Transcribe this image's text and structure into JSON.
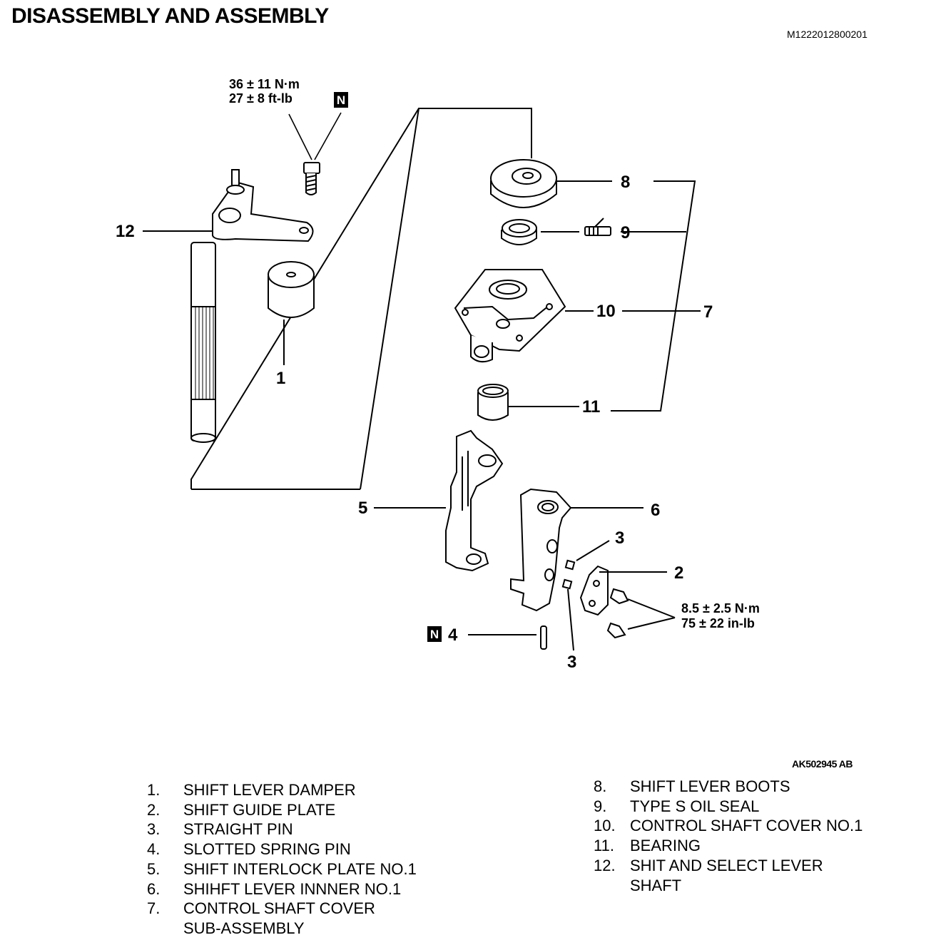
{
  "header": {
    "title": "DISASSEMBLY AND ASSEMBLY",
    "doc_id": "M1222012800201"
  },
  "diagram": {
    "figure_id": "AK502945 AB",
    "torque_top": {
      "line1": "36 ± 11 N·m",
      "line2": "27 ± 8 ft-lb"
    },
    "torque_bottom": {
      "line1": "8.5 ± 2.5 N·m",
      "line2": "75 ± 22 in-lb"
    },
    "new_part_mark": "N",
    "callouts": {
      "c1": "1",
      "c2": "2",
      "c3a": "3",
      "c3b": "3",
      "c4": "4",
      "c5": "5",
      "c6": "6",
      "c7": "7",
      "c8": "8",
      "c9": "9",
      "c10": "10",
      "c11": "11",
      "c12": "12"
    }
  },
  "legend": {
    "left": [
      {
        "num": "1.",
        "text": "SHIFT LEVER DAMPER"
      },
      {
        "num": "2.",
        "text": "SHIFT GUIDE PLATE"
      },
      {
        "num": "3.",
        "text": "STRAIGHT PIN"
      },
      {
        "num": "4.",
        "text": "SLOTTED SPRING PIN"
      },
      {
        "num": "5.",
        "text": "SHIFT INTERLOCK PLATE NO.1"
      },
      {
        "num": "6.",
        "text": "SHIHFT LEVER INNNER NO.1"
      },
      {
        "num": "7.",
        "text": "CONTROL SHAFT COVER\nSUB-ASSEMBLY"
      }
    ],
    "right": [
      {
        "num": "8.",
        "text": "SHIFT LEVER BOOTS"
      },
      {
        "num": "9.",
        "text": "TYPE S OIL SEAL"
      },
      {
        "num": "10.",
        "text": "CONTROL SHAFT COVER NO.1"
      },
      {
        "num": "11.",
        "text": "BEARING"
      },
      {
        "num": "12.",
        "text": "SHIT AND SELECT LEVER\nSHAFT"
      }
    ]
  }
}
